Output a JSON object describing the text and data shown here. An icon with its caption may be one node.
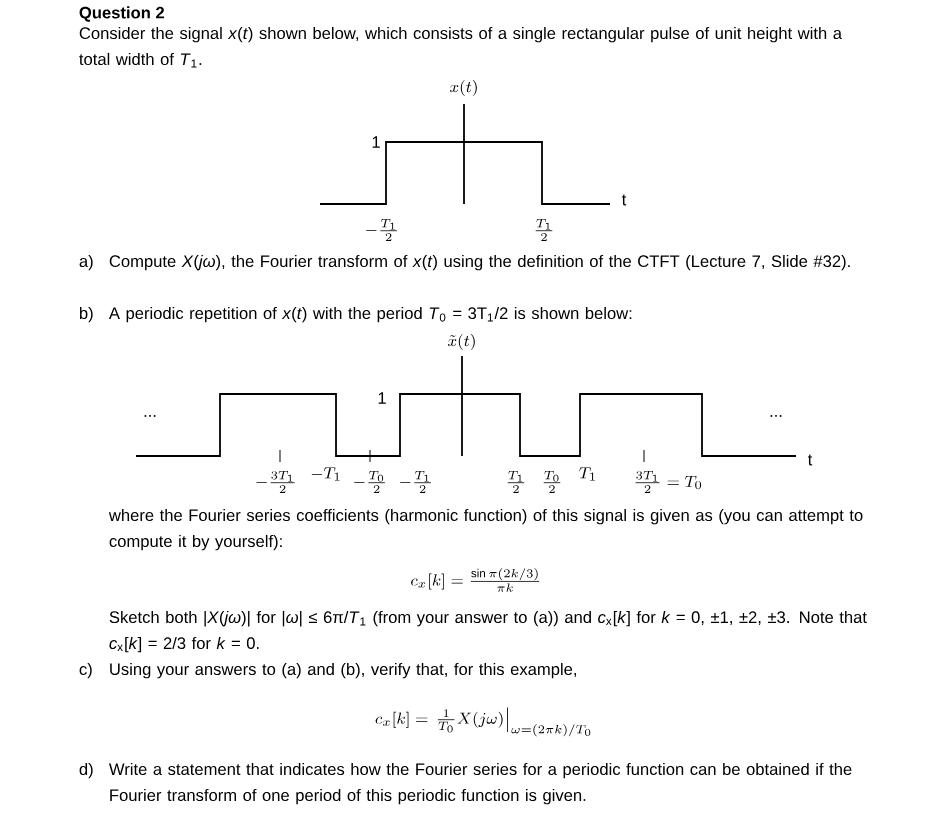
{
  "diagram": {
    "title": "Question 2",
    "labels": [
      "Consider the signal *x*(*t*) shown below, which consists of a single rectangular pulse of unit height with a total width of *T*$_{1}$.",
      "x(t)",
      "1",
      "t",
      "-\\frac{T_1}{2}",
      "\\frac{T_1}{2}",
      "a)",
      "Compute *X*(*jω*), the Fourier transform of *x*(*t*) using the definition of the CTFT (Lecture 7, Slide #32).",
      "b)",
      "A periodic repetition of *x*(*t*) with the period *T*$_{0}$ = 3T$_{1}$/2 is shown below:",
      "\\tilde{x}(t)",
      "1",
      "...",
      "...",
      "t",
      "-\\frac{3T_1}{2}",
      "-T_1",
      "-\\frac{T_0}{2}",
      "-\\frac{T_1}{2}",
      "\\frac{T_1}{2}",
      "\\frac{T_0}{2}",
      "T_1",
      "\\frac{3T_1}{2} = T_0",
      "where the Fourier series coefficients (harmonic function) of this signal is given as (you can attempt to compute it by yourself):",
      "c_x[k] = \\frac{\\sin \\pi(2k/3)}{\\pi k}",
      "Sketch both |*X*(*jω*)| for |*ω*| ≤ 6π/*T*$_{1}$ (from your answer to (a)) and *c*$_{x}$[*k*] for *k* = 0, ±1, ±2, ±3. Note that *c*$_{x}$[*k*] = 2/3 for *k* = 0.",
      "c)",
      "Using your answers to (a) and (b), verify that, for this example,",
      "c_x[k] = \\left.\\frac{1}{T_0}X(j\\omega)\\right|_{\\omega = (2\\pi k)/T_0}",
      "d)",
      "Write a statement that indicates how the Fourier series for a periodic function can be obtained if the Fourier transform of one period of this periodic function is given."
    ]
  }
}
